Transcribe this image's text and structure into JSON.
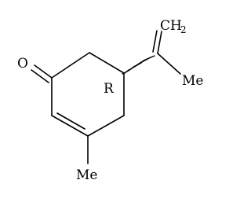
{
  "molecule": {
    "carbonyl_oxygen": "O",
    "methylene_group": "CH",
    "methylene_subscript": "2",
    "ring_methyl": "Me",
    "isopropenyl_methyl": "Me",
    "stereo_descriptor": "R"
  },
  "colors": {
    "bond": "#000000",
    "text": "#000000",
    "background": "#ffffff"
  }
}
